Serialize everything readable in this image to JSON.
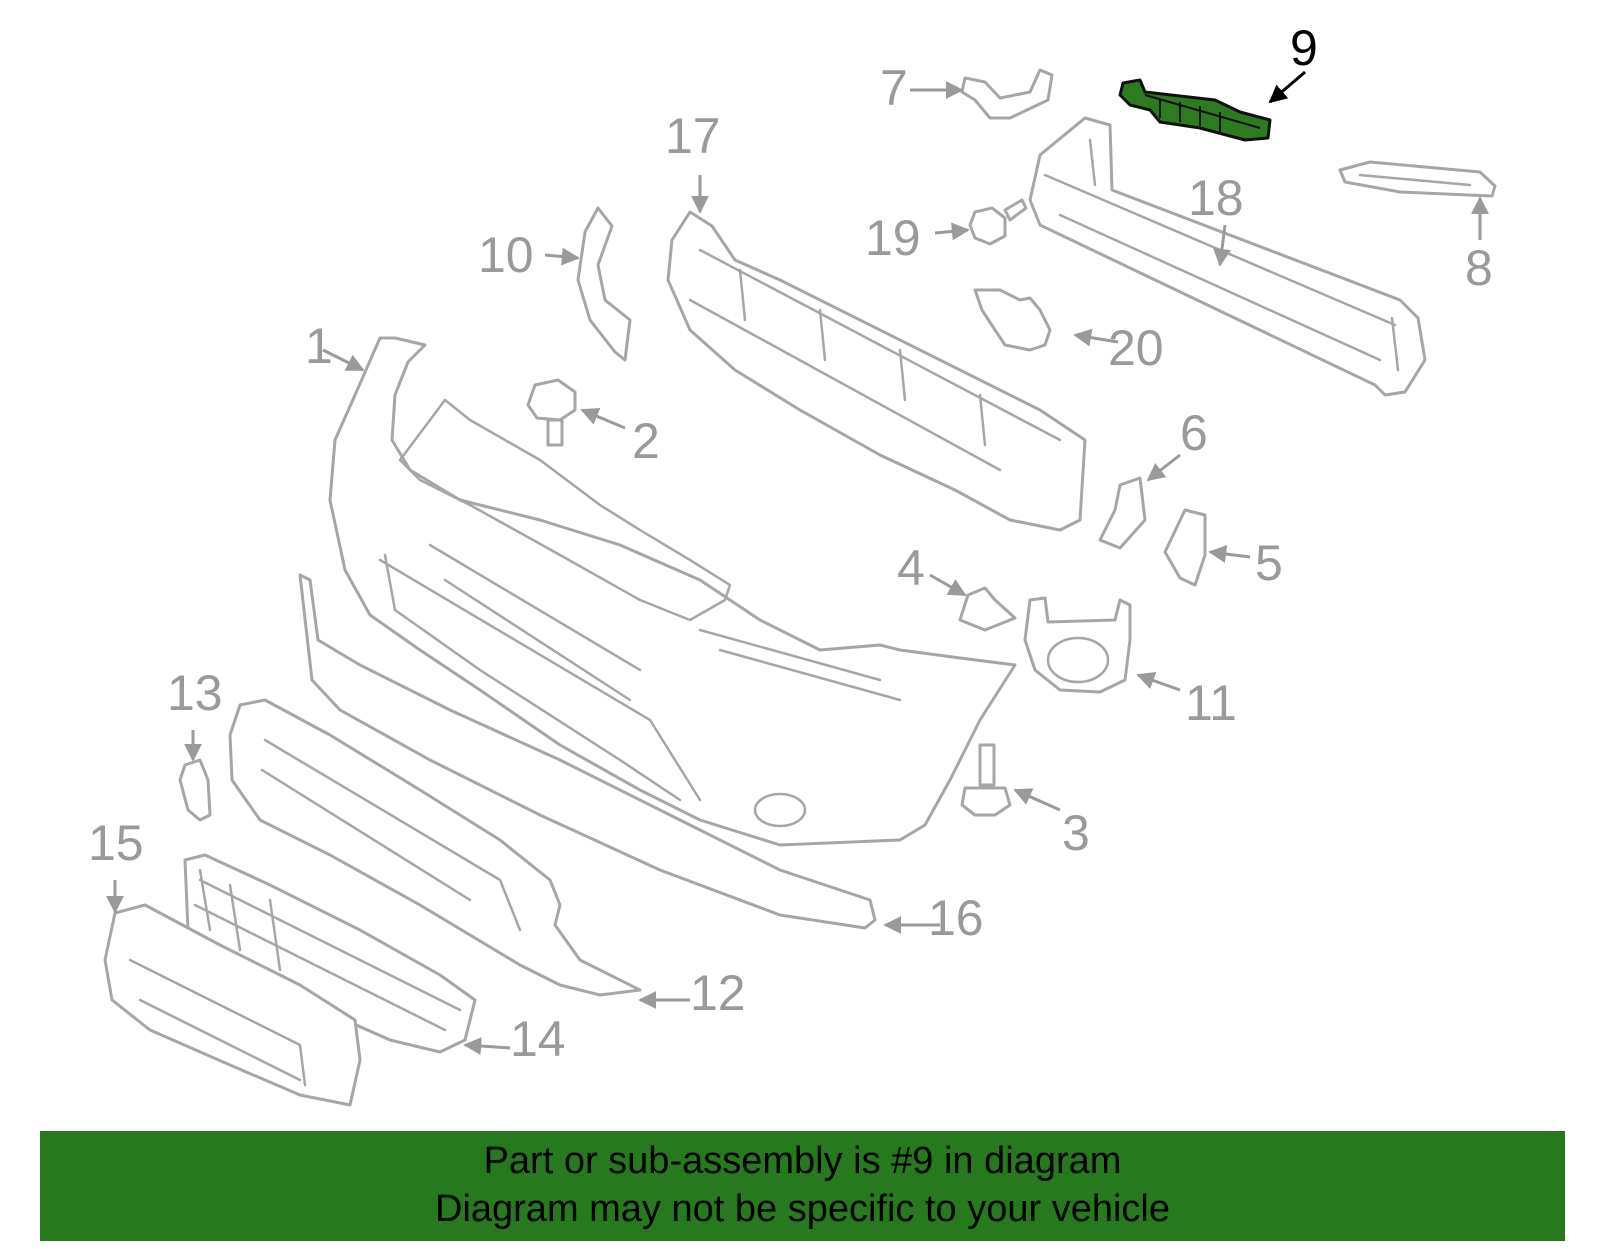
{
  "diagram": {
    "highlighted_part": "9",
    "colors": {
      "highlight": "#2e7a1f",
      "part_outline": "#a6a6a6",
      "footer_bg": "#267a1d"
    },
    "callouts": {
      "c1": "1",
      "c2": "2",
      "c3": "3",
      "c4": "4",
      "c5": "5",
      "c6": "6",
      "c7": "7",
      "c8": "8",
      "c9": "9",
      "c10": "10",
      "c11": "11",
      "c12": "12",
      "c13": "13",
      "c14": "14",
      "c15": "15",
      "c16": "16",
      "c17": "17",
      "c18": "18",
      "c19": "19",
      "c20": "20"
    }
  },
  "footer": {
    "line1": "Part or sub-assembly is #9 in diagram",
    "line2": "Diagram may not be specific to your vehicle"
  }
}
